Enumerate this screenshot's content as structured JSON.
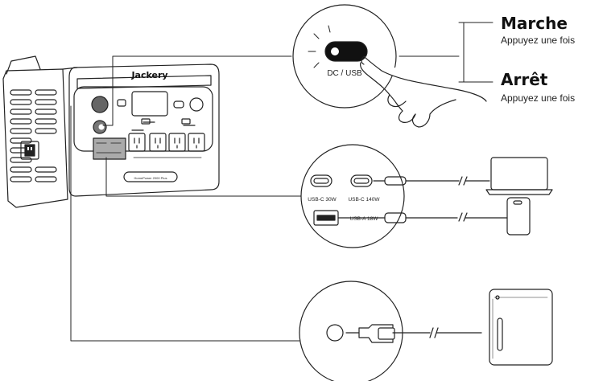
{
  "brand": "Jackery",
  "model": "HomePower 2000 Plus",
  "dc_usb_label": "DC / USB",
  "on": {
    "title": "Marche",
    "instruction": "Appuyez une fois"
  },
  "off": {
    "title": "Arrêt",
    "instruction": "Appuyez une fois"
  },
  "ports": {
    "usb_c_30": "USB-C 30W",
    "usb_c_140": "USB-C 140W",
    "usb_a_18": "USB-A 18W"
  }
}
